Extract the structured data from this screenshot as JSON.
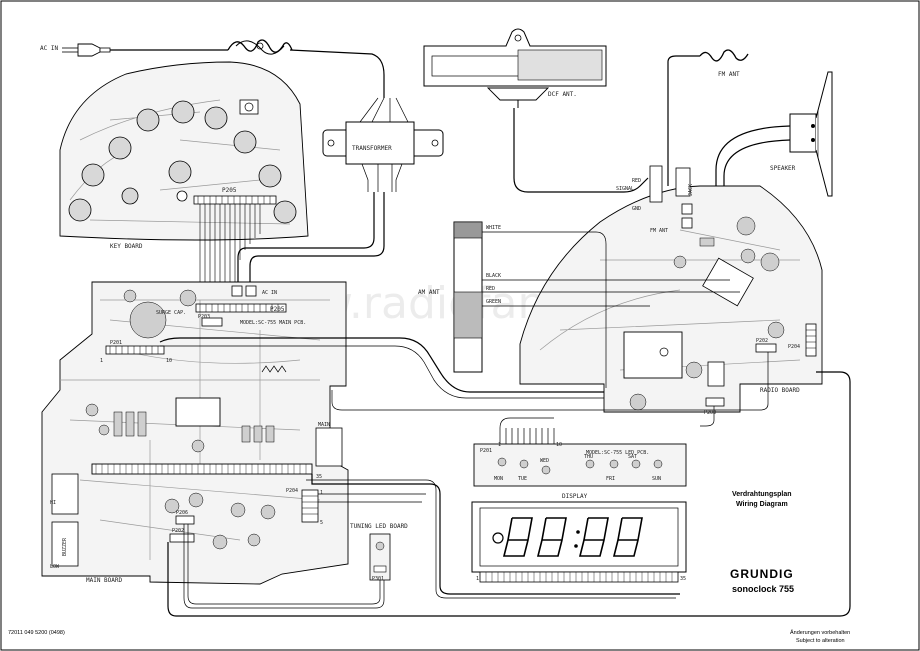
{
  "labels": {
    "ac_in": "AC IN",
    "transformer": "TRANSFORMER",
    "dcf_ant": "DCF ANT.",
    "fm_ant": "FM ANT",
    "speaker": "SPEAKER",
    "key_board": "KEY BOARD",
    "am_ant": "AM ANT",
    "white": "WHITE",
    "black": "BLACK",
    "red": "RED",
    "green": "GREEN",
    "radio_board": "RADIO BOARD",
    "main_board": "MAIN BOARD",
    "tuning_led_board": "TUNING LED BOARD",
    "display": "DISPLAY",
    "main_pcb": "MODEL:SC-755 MAIN PCB.",
    "led_pcb": "MODEL:SC-755 LED PCB.",
    "surge_cap": "SURGE CAP.",
    "signal": "SIGNAL",
    "gnd": "GND",
    "red_small": "RED",
    "fm_ant_small": "FM ANT",
    "jack": "JACK",
    "buzzer": "BUZZER",
    "low": "LOW",
    "hi": "HI",
    "mains": "MAIN"
  },
  "connectors": {
    "p205_key": "P205",
    "p205_main": "P205",
    "p203_main": "P203",
    "p201_main": "P201",
    "p201_led": "P201",
    "p204_main": "P204",
    "p202_main": "P202",
    "p202_radio": "P202",
    "p204_radio": "P204",
    "p203_radio": "P203",
    "p206": "P206",
    "p301": "P301",
    "ac_in_conn": "AC IN"
  },
  "pin_labels": {
    "led_1": "1",
    "led_10": "10",
    "main_10": "10",
    "main_1": "1",
    "main_35": "35",
    "disp_1": "1",
    "disp_35": "35",
    "p204_1": "1",
    "p204_5": "5"
  },
  "led_buttons": [
    "MON",
    "TUE",
    "WED",
    "THU",
    "FRI",
    "SAT",
    "SUN"
  ],
  "diagram_titles": {
    "title_de": "Verdrahtungsplan",
    "title_en": "Wiring Diagram",
    "brand": "GRUNDIG",
    "model": "sonoclock 755"
  },
  "footer": {
    "doc_number": "72011 049 5200   (0498)",
    "change_de": "Änderungen vorbehalten",
    "change_en": "Subject to alteration"
  },
  "watermark": "www.radiofans.cn"
}
